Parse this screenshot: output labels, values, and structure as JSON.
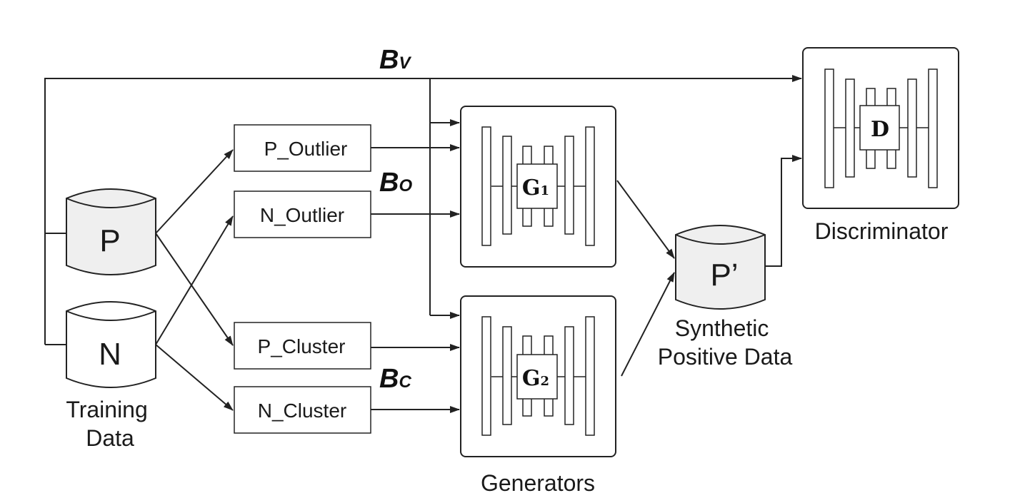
{
  "databases": {
    "p": "P",
    "n": "N",
    "p_prime": "P’"
  },
  "boxes": {
    "p_outlier": "P_Outlier",
    "n_outlier": "N_Outlier",
    "p_cluster": "P_Cluster",
    "n_cluster": "N_Cluster"
  },
  "networks": {
    "g1": {
      "letter": "G",
      "sub": "1"
    },
    "g2": {
      "letter": "G",
      "sub": "2"
    },
    "d": {
      "letter": "D"
    }
  },
  "labels": {
    "bv": {
      "letter": "B",
      "sub": "V"
    },
    "bo": {
      "letter": "B",
      "sub": "O"
    },
    "bc": {
      "letter": "B",
      "sub": "C"
    },
    "training_data": [
      "Training",
      "Data"
    ],
    "synthetic": [
      "Synthetic",
      "Positive Data"
    ],
    "generators": "Generators",
    "discriminator": "Discriminator"
  },
  "colors": {
    "database_fill": "#efefef",
    "line": "#222222"
  }
}
